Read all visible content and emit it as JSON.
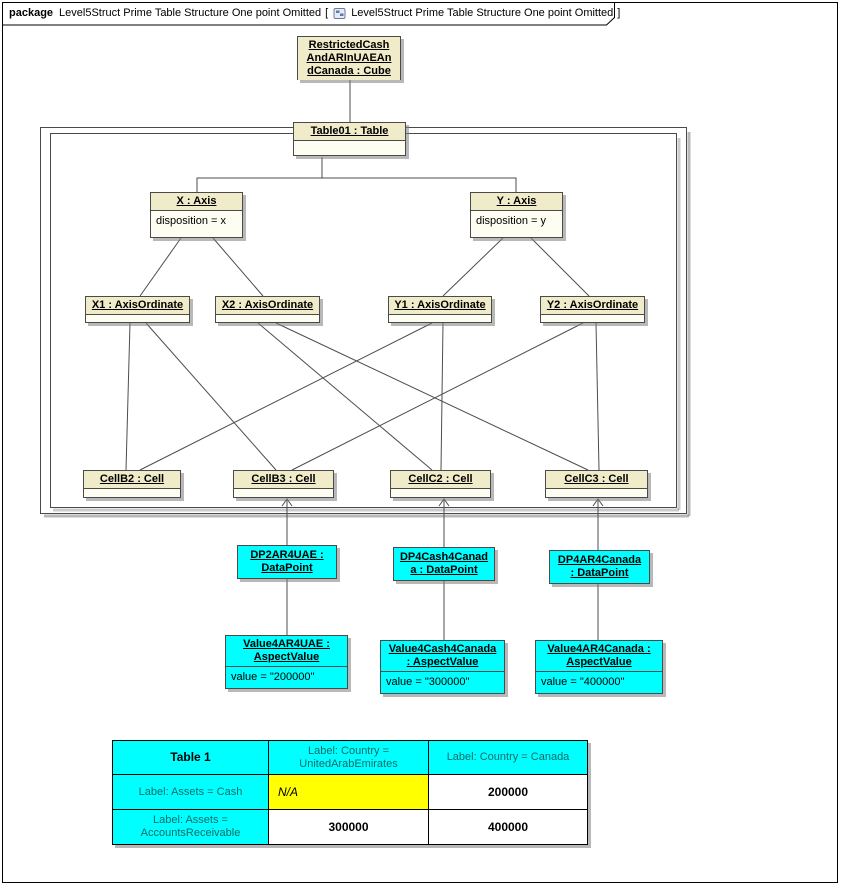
{
  "frame": {
    "tab": {
      "keyword": "package",
      "title": "Level5Struct Prime Table Structure One point Omitted",
      "bracket_open": "[",
      "subtitle": "Level5Struct Prime Table Structure One point Omitted",
      "bracket_close": "]"
    }
  },
  "colors": {
    "node_name_fill": "#F0EBC8",
    "node_body_fill": "#FEFDF2",
    "cyan": "#00FFFF",
    "yellow": "#FFFF00",
    "connector": "#4D4D4D",
    "shadow": "#7D7D7D"
  },
  "nodes": {
    "cube": {
      "lines": [
        "RestrictedCash",
        "AndARInUAEAn",
        "dCanada : Cube"
      ]
    },
    "table01": {
      "name": "Table01 : Table"
    },
    "x_axis": {
      "name": "X : Axis",
      "attribute": "disposition = x"
    },
    "y_axis": {
      "name": "Y : Axis",
      "attribute": "disposition = y"
    },
    "x1": {
      "name": "X1 : AxisOrdinate"
    },
    "x2": {
      "name": "X2 : AxisOrdinate"
    },
    "y1": {
      "name": "Y1 : AxisOrdinate"
    },
    "y2": {
      "name": "Y2 : AxisOrdinate"
    },
    "cell_b2": {
      "name": "CellB2 : Cell"
    },
    "cell_b3": {
      "name": "CellB3 : Cell"
    },
    "cell_c2": {
      "name": "CellC2 : Cell"
    },
    "cell_c3": {
      "name": "CellC3 : Cell"
    },
    "dp_ar_uae": {
      "lines": [
        "DP2AR4UAE :",
        "DataPoint"
      ]
    },
    "dp_cash_canada": {
      "lines": [
        "DP4Cash4Canad",
        "a : DataPoint"
      ]
    },
    "dp_ar_canada": {
      "lines": [
        "DP4AR4Canada",
        ": DataPoint"
      ]
    },
    "av_ar_uae": {
      "lines": [
        "Value4AR4UAE :",
        "AspectValue"
      ],
      "value": "value = \"200000\""
    },
    "av_cash_canada": {
      "lines": [
        "Value4Cash4Canada",
        ": AspectValue"
      ],
      "value": "value = \"300000\""
    },
    "av_ar_canada": {
      "lines": [
        "Value4AR4Canada :",
        "AspectValue"
      ],
      "value": "value = \"400000\""
    }
  },
  "result_table": {
    "title": "Table 1",
    "col_headers": [
      "Label: Country = UnitedArabEmirates",
      "Label: Country = Canada"
    ],
    "rows": [
      {
        "label": "Label: Assets = Cash",
        "cells": [
          "N/A",
          "200000"
        ]
      },
      {
        "label": "Label: Assets = AccountsReceivable",
        "cells": [
          "300000",
          "400000"
        ]
      }
    ]
  }
}
